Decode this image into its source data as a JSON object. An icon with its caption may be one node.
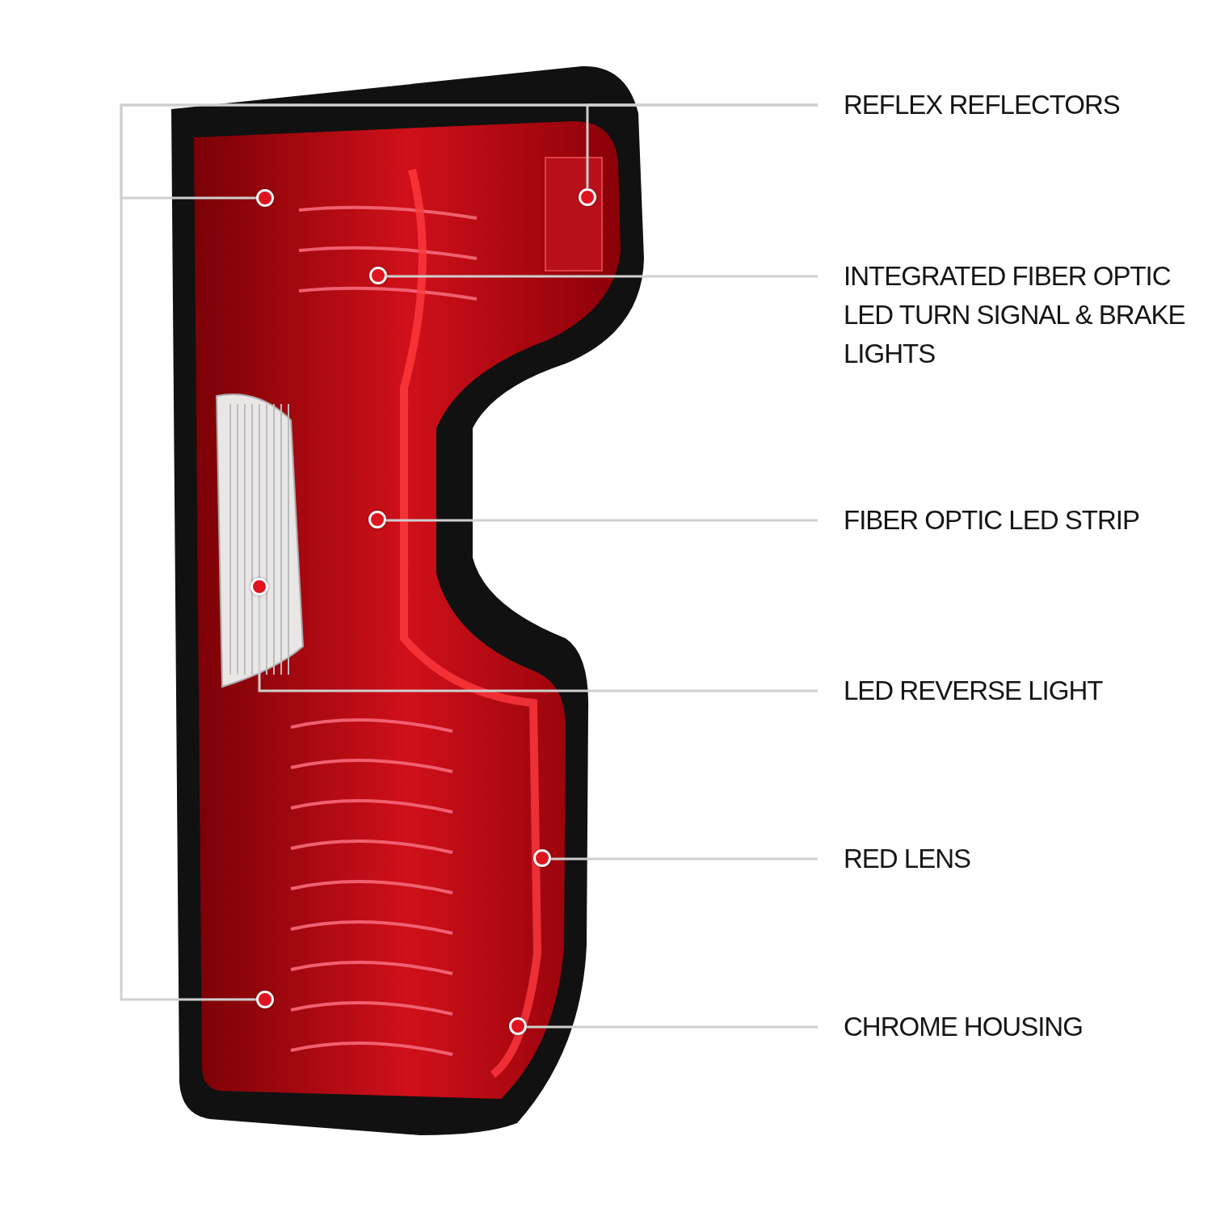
{
  "diagram": {
    "nodes": [
      {
        "text": [
          "REFLEX REFLECTORS"
        ]
      },
      {
        "text": [
          "INTEGRATED FIBER OPTIC LED TURN SIGNAL & BRAKE LIGHTS"
        ]
      },
      {
        "text": [
          "FIBER OPTIC LED STRIP"
        ]
      },
      {
        "text": [
          "LED REVERSE LIGHT"
        ]
      },
      {
        "text": [
          "RED LENS"
        ]
      },
      {
        "text": [
          "CHROME HOUSING"
        ]
      },
      {
        "text": [],
        "shape": "circle"
      },
      {
        "text": [],
        "shape": "circle"
      },
      {
        "text": [],
        "shape": "circle"
      },
      {
        "text": [],
        "shape": "circle"
      },
      {
        "text": [],
        "shape": "circle"
      },
      {
        "text": [],
        "shape": "circle"
      },
      {
        "text": [],
        "shape": "circle"
      },
      {
        "text": [],
        "shape": "circle"
      }
    ],
    "edges": [
      {
        "from": 0,
        "to": 6,
        "arrow": "none"
      },
      {
        "from": 0,
        "to": 7,
        "arrow": "none"
      },
      {
        "from": 0,
        "to": 12,
        "arrow": "none"
      },
      {
        "from": 1,
        "to": 8,
        "arrow": "none"
      },
      {
        "from": 2,
        "to": 9,
        "arrow": "none"
      },
      {
        "from": 3,
        "to": 10,
        "arrow": "none"
      },
      {
        "from": 4,
        "to": 11,
        "arrow": "none"
      },
      {
        "from": 5,
        "to": 13,
        "arrow": "none"
      }
    ]
  }
}
